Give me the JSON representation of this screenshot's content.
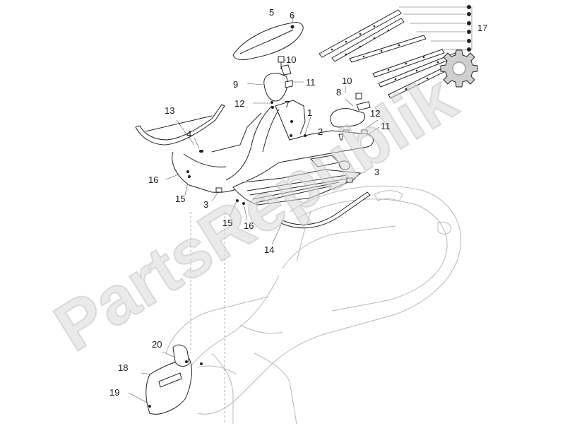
{
  "diagram": {
    "callouts": [
      "5",
      "6",
      "10",
      "9",
      "11",
      "12",
      "10",
      "8",
      "13",
      "7",
      "1",
      "4",
      "2",
      "12",
      "11",
      "16",
      "3",
      "15",
      "3",
      "15",
      "16",
      "14",
      "17",
      "20",
      "18",
      "19"
    ],
    "watermark": "PartsRepublik",
    "colors": {
      "line": "#222222",
      "ghost": "#b8b8b8",
      "watermark": "#d9d9d9"
    },
    "icons": [
      "gear-icon"
    ]
  }
}
